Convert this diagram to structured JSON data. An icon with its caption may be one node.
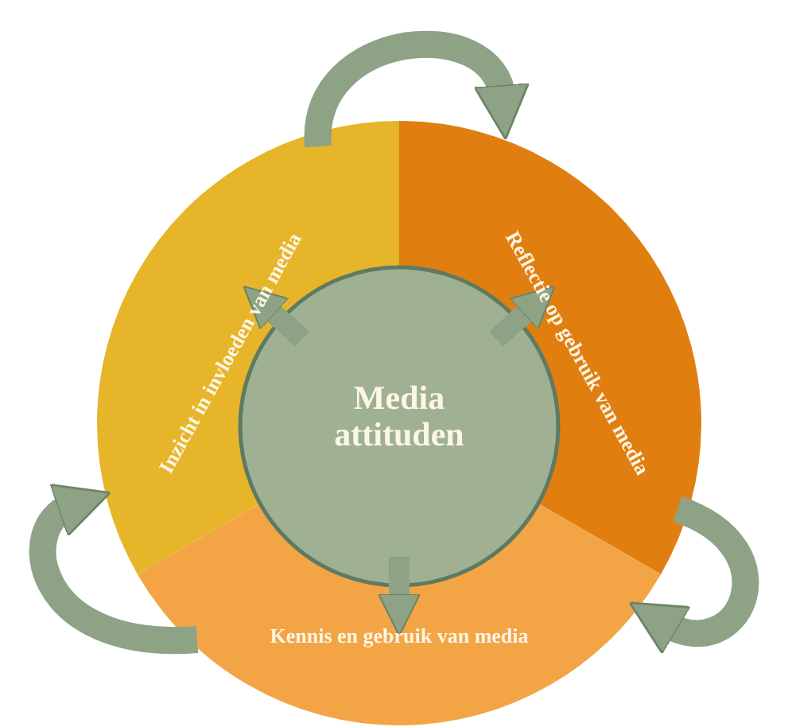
{
  "diagram": {
    "nodes": [
      {
        "text": [
          "Inzicht in invloeden van media"
        ]
      },
      {
        "text": [
          "Reflectie op gebruik van media"
        ]
      },
      {
        "text": [
          "Media attituden"
        ]
      },
      {
        "text": [
          "Kennis en gebruik van media"
        ]
      }
    ],
    "edges": [
      {
        "from": 2,
        "to": 0,
        "arrow": "to"
      },
      {
        "from": 2,
        "to": 1,
        "arrow": "to"
      },
      {
        "from": 2,
        "to": 3,
        "arrow": "to"
      },
      {
        "from": 0,
        "to": 1,
        "arrow": "to"
      },
      {
        "from": 1,
        "to": 3,
        "arrow": "to"
      },
      {
        "from": 3,
        "to": 0,
        "arrow": "to"
      }
    ]
  }
}
